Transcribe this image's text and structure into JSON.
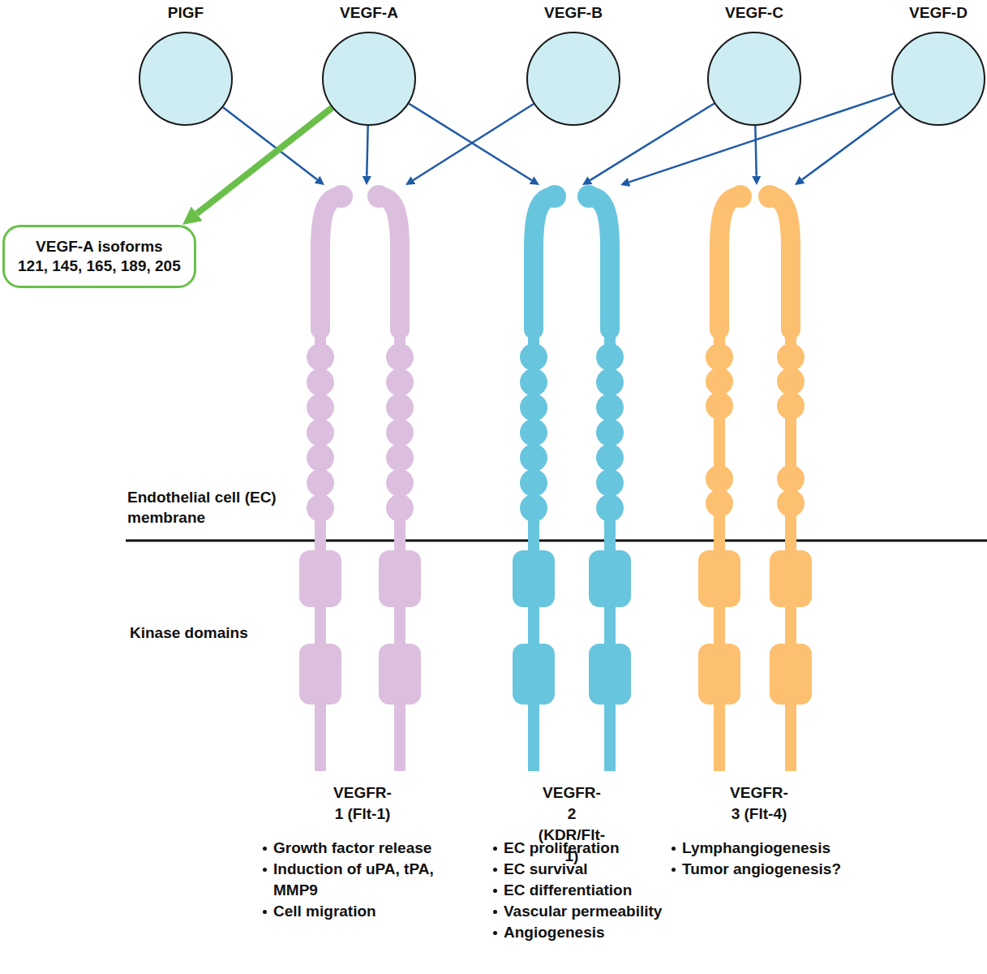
{
  "diagram": {
    "nodes": [
      {
        "text": [
          "PlGF"
        ]
      },
      {
        "text": [
          "VEGF-A"
        ]
      },
      {
        "text": [
          "VEGF-B"
        ]
      },
      {
        "text": [
          "VEGF-C"
        ]
      },
      {
        "text": [
          "VEGF-D"
        ]
      },
      {
        "text": [
          "VEGF-A isoforms",
          "121, 145, 165, 189, 205"
        ]
      },
      {
        "text": [
          "VEGFR-1 (Flt-1)",
          "Growth factor release",
          "Induction of uPA, tPA, MMP9",
          "Cell migration"
        ]
      },
      {
        "text": [
          "VEGFR-2 (KDR/Flt-1)",
          "EC proliferation",
          "EC survival",
          "EC differentiation",
          "Vascular permeability",
          "Angiogenesis"
        ]
      },
      {
        "text": [
          "VEGFR-3 (Flt-4)",
          "Lymphangiogenesis",
          "Tumor angiogenesis?"
        ]
      }
    ],
    "edges": [
      {
        "from": 0,
        "to": 6,
        "arrow": "to"
      },
      {
        "from": 1,
        "to": 6,
        "arrow": "to"
      },
      {
        "from": 1,
        "to": 7,
        "arrow": "to"
      },
      {
        "from": 1,
        "to": 5,
        "arrow": "to"
      },
      {
        "from": 2,
        "to": 6,
        "arrow": "to"
      },
      {
        "from": 3,
        "to": 7,
        "arrow": "to"
      },
      {
        "from": 3,
        "to": 8,
        "arrow": "to"
      },
      {
        "from": 4,
        "to": 7,
        "arrow": "to"
      },
      {
        "from": 4,
        "to": 8,
        "arrow": "to"
      }
    ],
    "labels": [
      "Endothelial cell (EC) membrane",
      "Kinase domains"
    ]
  }
}
